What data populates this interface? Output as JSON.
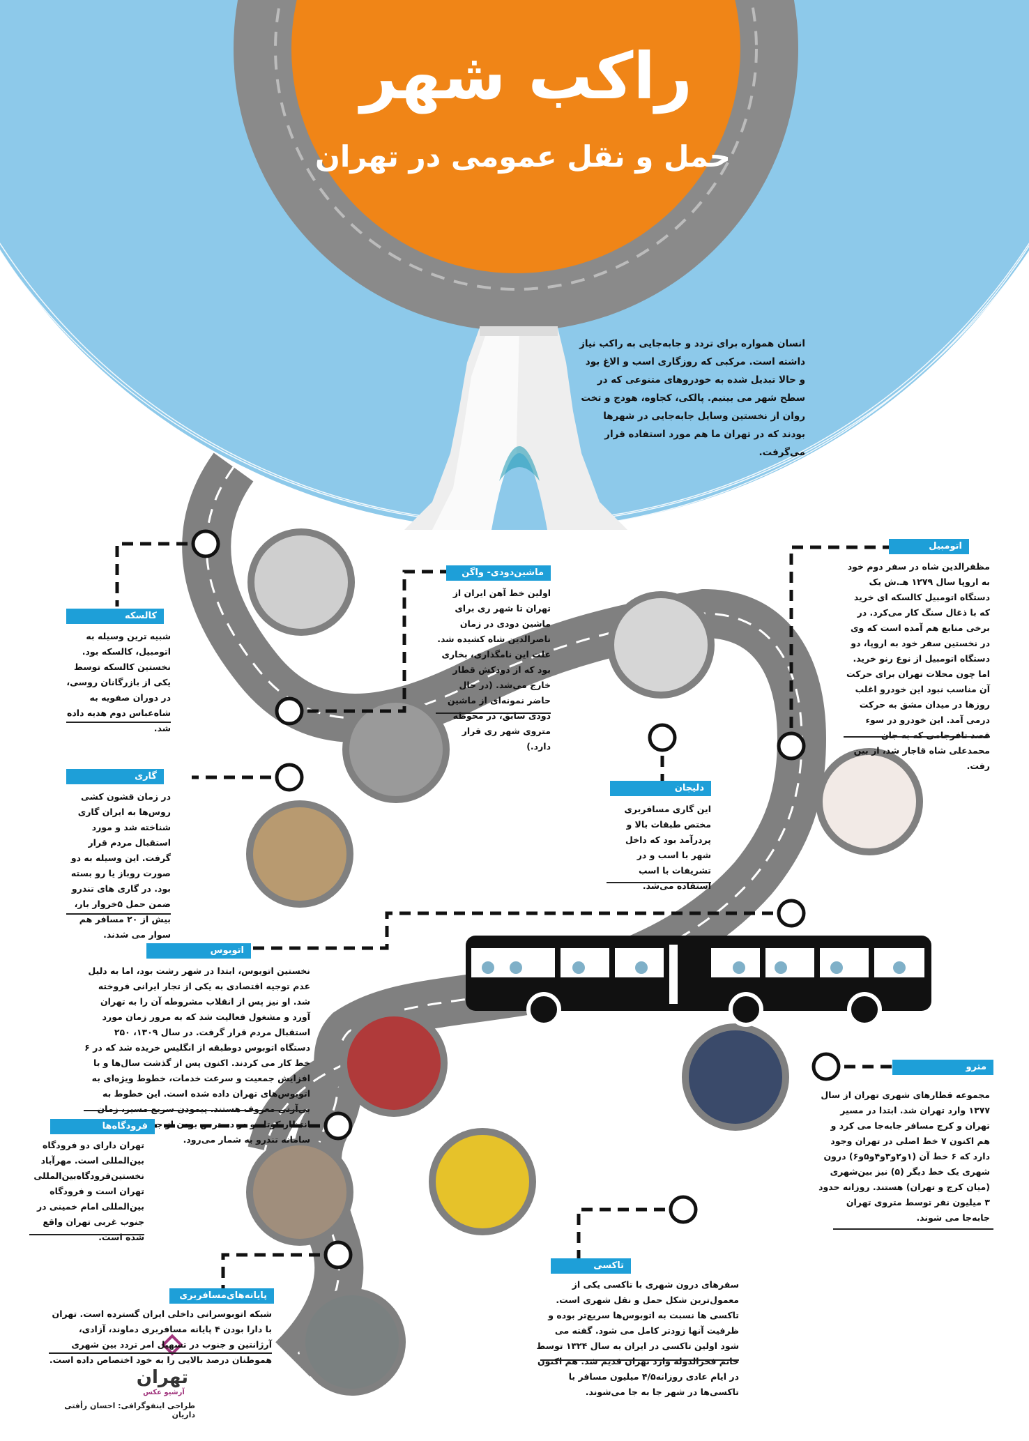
{
  "header": {
    "title": "راکب شهر",
    "subtitle": "حمل و نقل عمومی در تهران"
  },
  "intro": "انسان همواره برای تردد و جابه‌جایی به راکب نیاز داشته است. مرکبی که روزگاری اسب و الاغ بود و حالا تبدیل شده به خودروهای متنوعی که در سطح شهر می بینیم. پالکی، کجاوه، هودج و تخت روان از نخستین وسایل جابه‌جایی در شهرها بودند که در تهران ما هم مورد استفاده قرار می‌گرفت.",
  "sections": {
    "kaleske": {
      "label": "کالسکه",
      "text": "شبیه ترین وسیله به اتومبیل، کالسکه بود. نخستین کالسکه توسط یکی از بازرگانان روسی، در دوران صفویه به شاه‌عباس دوم هدیه داده شد."
    },
    "mashin_dudi": {
      "label": "ماشین‌دودی- واگن اسبی",
      "text": "اولین خط آهن ایران از تهران تا شهر ری برای ماشین دودی در زمان ناصرالدین شاه کشیده شد. علت این نامگذاری، بخاری بود که از دودکش قطار خارج می‌شد. (در حال حاضر نمونه‌ای از ماشین دودی سابق، در محوطه متروی شهر ری قرار دارد.)"
    },
    "otomobil": {
      "label": "اتومبیل",
      "text": "مظفرالدین شاه در سفر دوم خود به اروپا سال ۱۲۷۹ هـ.ش یک دستگاه اتومبیل کالسکه ای خرید که با ذغال سنگ کار می‌کرد. در برخی منابع هم آمده است که وی در نخستین سفر خود به اروپا، دو دستگاه اتومبیل از نوع رنو خرید. اما چون محلات تهران برای حرکت آن مناسب نبود این خودرو اغلب روزها در میدان مشق به حرکت درمی آمد. این خودرو در سوء قصد نافرجامی که به جان محمدعلی شاه قاجار شد، از بین رفت."
    },
    "gari": {
      "label": "گاری",
      "text": "در زمان قشون کشی روس‌ها به ایران گاری شناخته شد و مورد استقبال مردم قرار گرفت. این وسیله به دو صورت روباز یا رو بسته بود. در گاری های تندرو ضمن حمل ۵خروار بار، بیش از ۲۰ مسافر هم سوار می شدند."
    },
    "dolijan": {
      "label": "دلیجان",
      "text": "این گاری مسافربری مختص طبقات بالا و پردرآمد بود که داخل شهر با اسب و در تشریفات با اسب استفاده می‌شد."
    },
    "otobus": {
      "label": "اتوبوس",
      "text": "نخستین اتوبوس، ابتدا در شهر رشت بود، اما به دلیل عدم توجیه اقتصادی به یکی از تجار ایرانی فروخته شد. او نیز پس از انقلاب مشروطه آن را به تهران آورد و مشغول فعالیت شد که به مرور زمان مورد استقبال مردم قرار گرفت. در سال ۱۳۰۹، ۲۵۰ دستگاه اتوبوس دوطبقه از انگلیس خریده شد که در ۶ خط کار می کردند. اکنون پس از گذشت سال‌ها و با افزایش جمعیت و سرعت خدمات، خطوط ویژه‌ای به اتوبوس‌های تهران داده شده است. این خطوط به بی‌آرتی معروف هستند. پیمودن سریع مسیر، زمان انتظار کوتاه و در دسترس بودن از جمله مزایای سامانه تندرو به شمار می‌رود."
    },
    "metro": {
      "label": "مترو",
      "text": "مجموعه قطارهای شهری تهران از سال ۱۳۷۷ وارد تهران شد. ابتدا در مسیر تهران و کرج مسافر جابه‌جا می کرد و هم اکنون ۷ خط اصلی در تهران وجود دارد که ۶ خط آن (۱و۲و۳و۴و۵و۶) درون شهری یک خط دیگر (۵) نیز بین‌شهری (میان کرج و تهران) هستند. روزانه حدود ۳ میلیون نفر توسط متروی تهران جابه‌جا می شوند."
    },
    "forudgah": {
      "label": "فرودگاه‌ها",
      "text": "تهران دارای دو فرودگاه بین‌المللی است. مهرآباد نخستین‌فرودگاه‌بین‌المللی تهران است و فرودگاه بین‌المللی امام خمینی در جنوب غربی تهران واقع شده است."
    },
    "taxi": {
      "label": "تاکسی",
      "text": "سفرهای درون شهری با تاکسی یکی از معمول‌ترین شکل حمل و نقل شهری است. تاکسی ها نسبت به اتوبوس‌ها سریع‌تر بوده و ظرفیت آنها زودتر کامل می شود. گفته می شود اولین تاکسی در ایران به سال ۱۳۲۴ توسط خانم فخرالدوله وارد تهران قدیم شد. هم اکنون در ایام عادی روزانه۴/۵ میلیون مسافر با تاکسی‌ها در شهر جا به جا می‌شوند."
    },
    "payane": {
      "label": "پایانه‌های‌مسافربری",
      "text": "شبکه اتوبوسرانی داخلی ایران گسترده است. تهران با دارا بودن ۴ پایانه مسافربری دماوند، آزادی، آرژانتین و جنوب در تسهیل امر تردد بین شهری هموطنان درصد بالایی را به خود اختصاص داده است."
    }
  },
  "footer": {
    "logo": "تهران",
    "logo_sub": "آرشیو عکس",
    "credit": "طراحی اینفوگرافی: احسان رأفتی داریان"
  },
  "colors": {
    "sky": "#8dc9ea",
    "orange": "#f08517",
    "road": "#808080",
    "label": "#1e9fd8",
    "bus": "#111111"
  }
}
